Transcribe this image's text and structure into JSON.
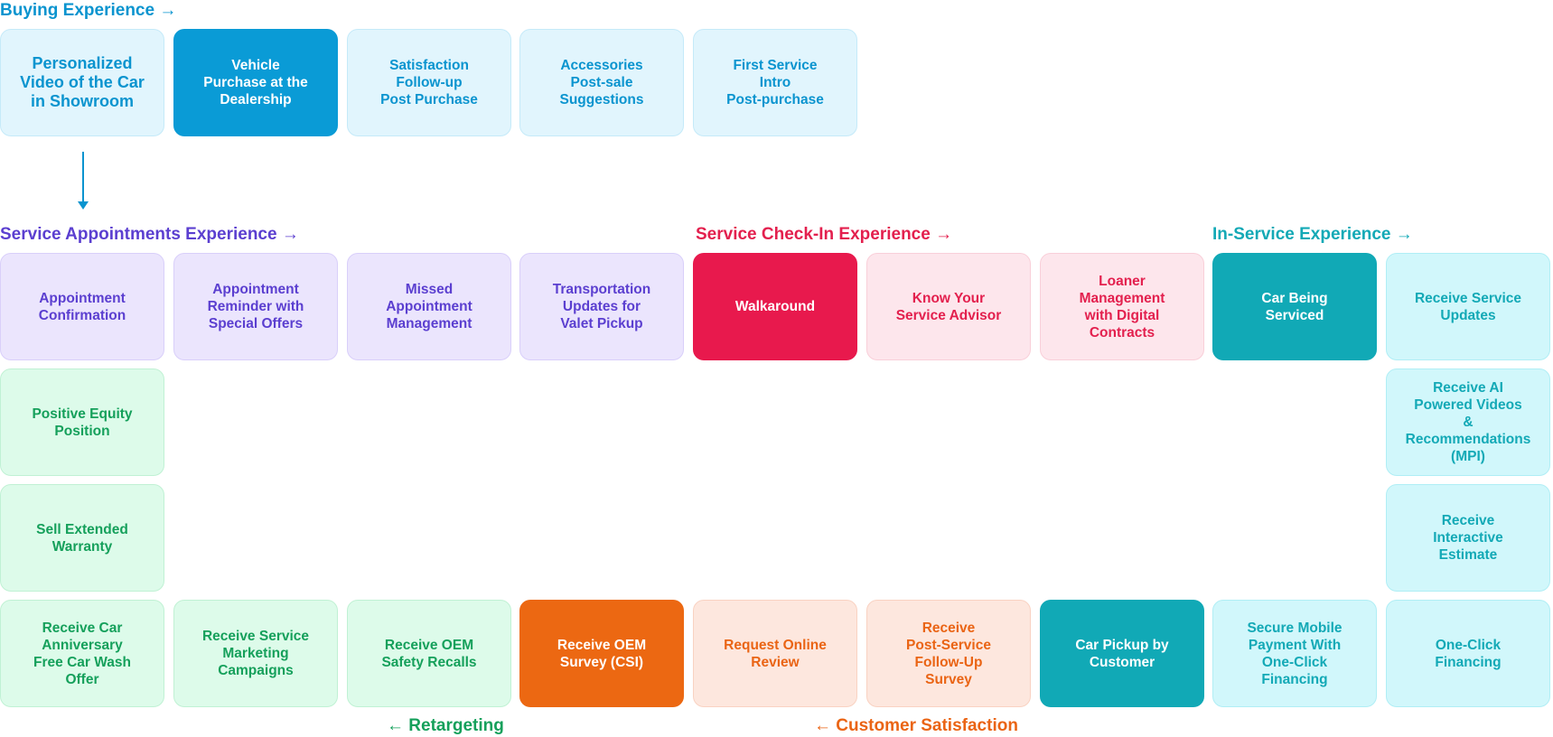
{
  "colors": {
    "buying": "#0a94cf",
    "service_appointments": "#5b3fd0",
    "checkin": "#e3204e",
    "in_service": "#13a9b6",
    "retargeting": "#15a05b",
    "customer_satisfaction": "#ea6414"
  },
  "sections": {
    "buying": "Buying Experience →",
    "service_appointments": "Service Appointments Experience →",
    "checkin": "Service Check-In Experience →",
    "in_service": "In-Service Experience →",
    "retargeting": "← Retargeting",
    "customer_satisfaction": "← Customer Satisfaction"
  },
  "cards": {
    "personalized_video": "Personalized\nVideo of the Car\nin Showroom",
    "vehicle_purchase": "Vehicle\nPurchase at the\nDealership",
    "satisfaction_followup": "Satisfaction\nFollow-up\nPost Purchase",
    "accessories": "Accessories\nPost-sale\nSuggestions",
    "first_service": "First Service\nIntro\nPost-purchase",
    "appointment_confirmation": "Appointment\nConfirmation",
    "appointment_reminder": "Appointment\nReminder with\nSpecial Offers",
    "missed_appointment": "Missed\nAppointment\nManagement",
    "transportation_updates": "Transportation\nUpdates for\nValet Pickup",
    "walkaround": "Walkaround",
    "know_advisor": "Know Your\nService Advisor",
    "loaner_management": "Loaner\nManagement\nwith Digital\nContracts",
    "car_being_serviced": "Car Being\nServiced",
    "receive_service_updates": "Receive Service\nUpdates",
    "ai_videos": "Receive AI\nPowered Videos\n&\nRecommendations\n(MPI)",
    "interactive_estimate": "Receive\nInteractive\nEstimate",
    "one_click_financing": "One-Click\nFinancing",
    "secure_mobile_payment": "Secure Mobile\nPayment With\nOne-Click\nFinancing",
    "car_pickup": "Car Pickup by\nCustomer",
    "post_service_survey": "Receive\nPost-Service\nFollow-Up\nSurvey",
    "request_review": "Request Online\nReview",
    "oem_survey": "Receive OEM\nSurvey (CSI)",
    "oem_recalls": "Receive OEM\nSafety Recalls",
    "service_marketing": "Receive Service\nMarketing\nCampaigns",
    "car_anniversary": "Receive Car\nAnniversary\nFree Car Wash\nOffer",
    "sell_warranty": "Sell Extended\nWarranty",
    "positive_equity": "Positive Equity\nPosition"
  }
}
